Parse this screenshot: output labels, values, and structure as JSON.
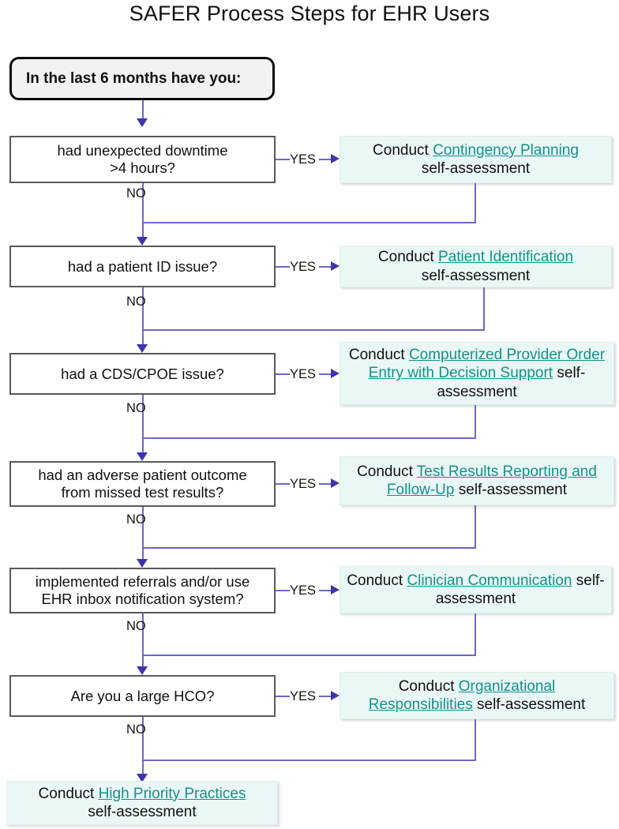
{
  "title": "SAFER Process Steps for EHR Users",
  "start": {
    "label": "In the last 6 months have you:"
  },
  "labels": {
    "yes": "YES",
    "no": "NO",
    "conduct": "Conduct",
    "self_assessment": "self-assessment"
  },
  "colors": {
    "link": "#159089",
    "connector": "#6f67c4",
    "arrow": "#3d35ad",
    "action_box_fill": "#e9f8f6",
    "question_box_border": "#595959",
    "start_box_fill": "#f2f2f2"
  },
  "rows": [
    {
      "question_line1": "had unexpected downtime",
      "question_line2": ">4 hours?",
      "action_prefix": "Conduct ",
      "action_link": "Contingency Planning",
      "action_suffix": " self-assessment",
      "action_layout": "link-on-first-line"
    },
    {
      "question_line1": "had a patient ID issue?",
      "question_line2": "",
      "action_prefix": "Conduct ",
      "action_link": "Patient Identification",
      "action_suffix": " self-assessment",
      "action_layout": "link-on-first-line"
    },
    {
      "question_line1": "had a CDS/CPOE issue?",
      "question_line2": "",
      "action_prefix": "Conduct ",
      "action_link": "Computerized Provider Order Entry with Decision Support",
      "action_suffix": " self-assessment",
      "action_layout": "wrapped-three-lines"
    },
    {
      "question_line1": "had an adverse patient outcome",
      "question_line2": "from missed test results?",
      "action_prefix": "Conduct ",
      "action_link": "Test Results Reporting and Follow-Up",
      "action_suffix": " self-assessment",
      "action_layout": "wrapped-two-lines"
    },
    {
      "question_line1": "implemented referrals and/or use",
      "question_line2": "EHR inbox notification system?",
      "action_prefix": "Conduct ",
      "action_link": "Clinician Communication",
      "action_suffix": " self-assessment",
      "action_layout": "wrapped-two-lines"
    },
    {
      "question_line1": "Are you a large HCO?",
      "question_line2": "",
      "action_prefix": "Conduct ",
      "action_link": "Organizational Responsibilities",
      "action_suffix": " self-assessment",
      "action_layout": "wrapped-two-lines"
    }
  ],
  "final": {
    "action_prefix": "Conduct ",
    "action_link": "High Priority Practices",
    "action_suffix": "self-assessment"
  }
}
